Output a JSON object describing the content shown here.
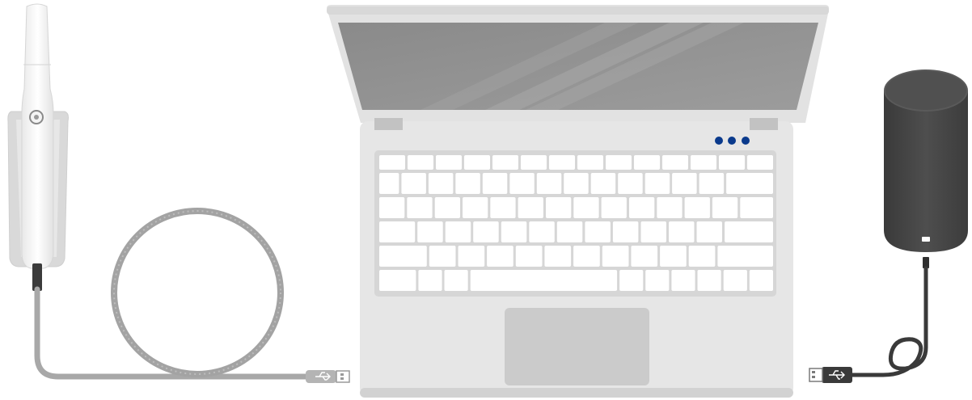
{
  "scene": {
    "devices": [
      {
        "id": "intraoral-scanner",
        "connector": "usb-a-icon"
      },
      {
        "id": "laptop",
        "indicator_lights": 3,
        "indicator_color": "#0a3a8c"
      },
      {
        "id": "cylinder-hub",
        "connector": "usb-a-icon"
      }
    ],
    "colors": {
      "background": "#ffffff",
      "laptop_body": "#e6e6e6",
      "laptop_screen": "#8f8f8f",
      "cable_gray": "#a3a3a3",
      "cable_dark": "#3a3a3a",
      "hub_body": "#4a4a4a",
      "indicator": "#0a3a8c"
    }
  }
}
